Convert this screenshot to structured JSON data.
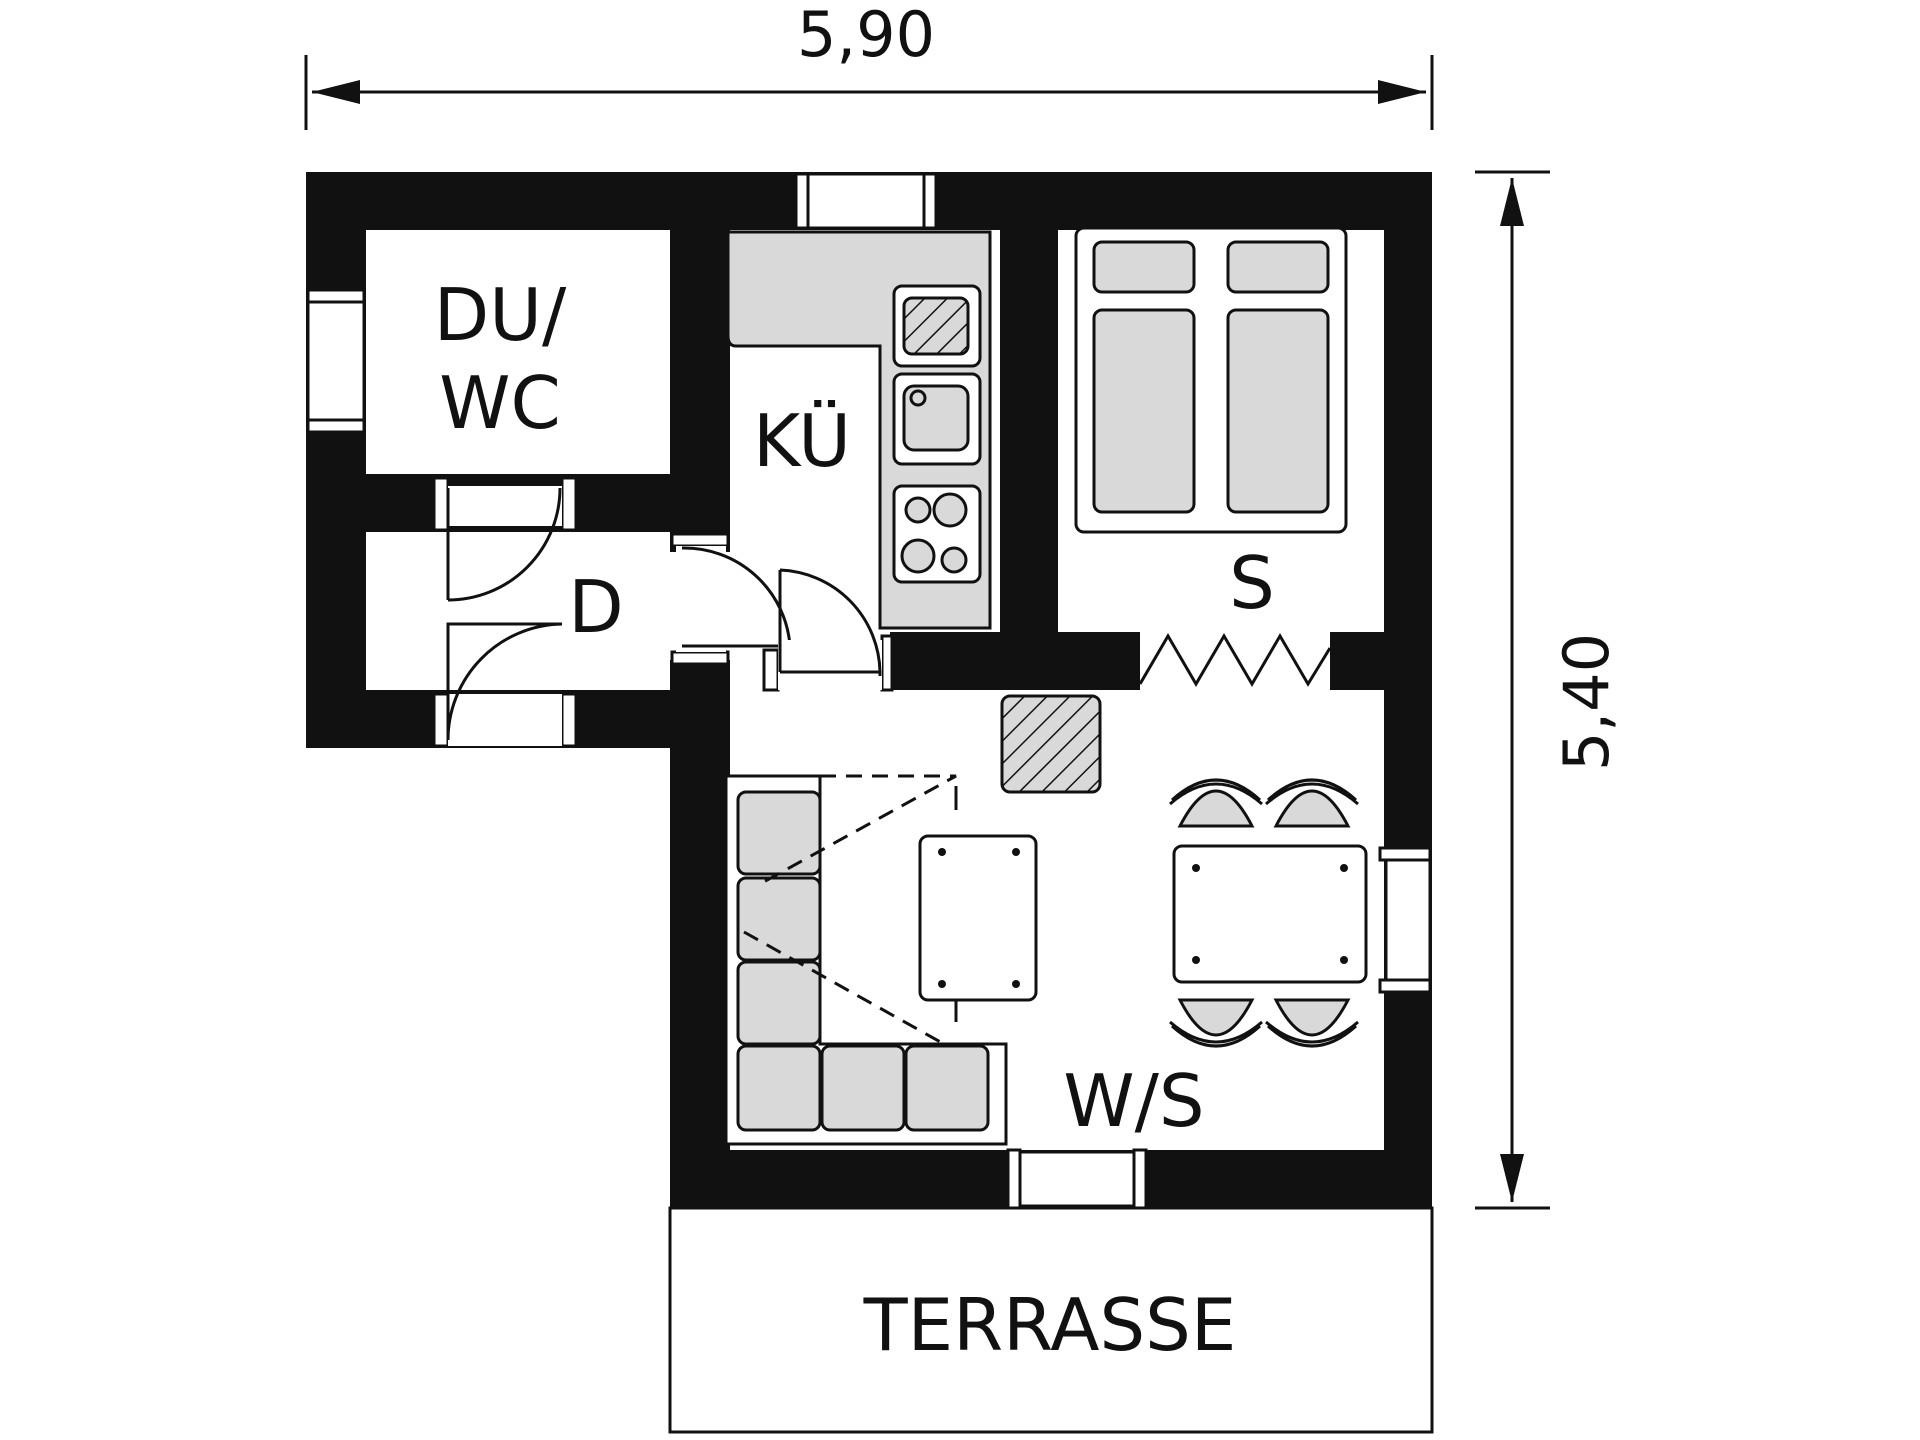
{
  "dimensions": {
    "width": "5,90",
    "depth": "5,40"
  },
  "rooms": {
    "bathroom": "DU/",
    "bathroom_line2": "WC",
    "kitchen": "KÜ",
    "hall": "D",
    "bedroom": "S",
    "living": "W/S",
    "terrace": "TERRASSE"
  }
}
